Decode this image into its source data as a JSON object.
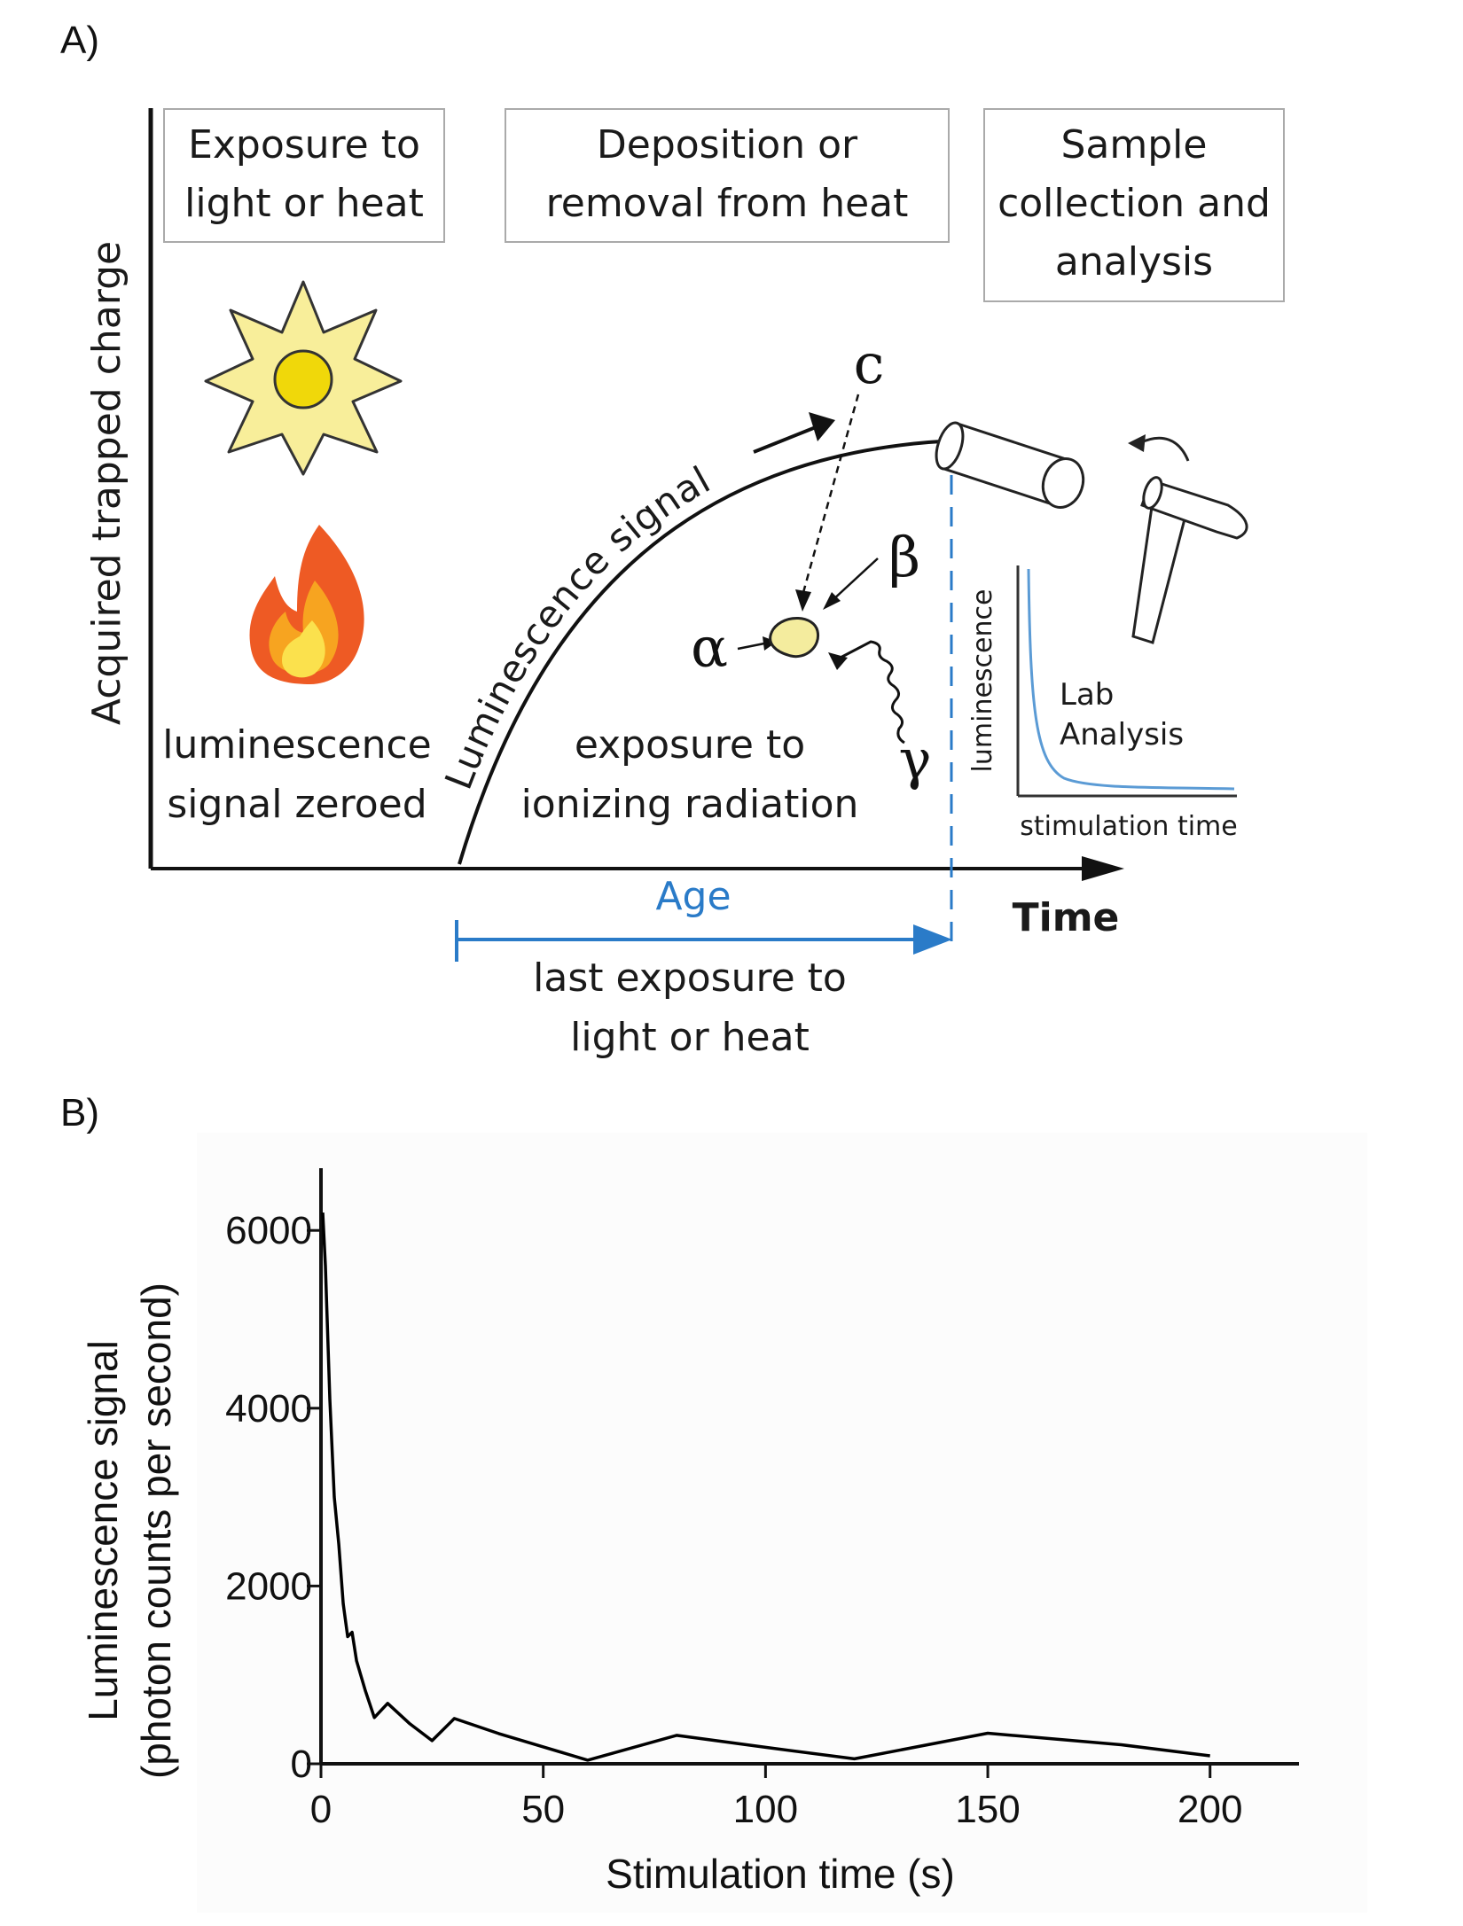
{
  "panel_a": {
    "label": "A)",
    "y_axis_title": "Acquired trapped charge",
    "x_axis_title": "Time",
    "boxes": [
      {
        "lines": [
          "Exposure to",
          "light or heat"
        ]
      },
      {
        "lines": [
          "Deposition or",
          "removal from heat"
        ]
      },
      {
        "lines": [
          "Sample",
          "collection and",
          "analysis"
        ]
      }
    ],
    "zeroed_lines": [
      "luminescence",
      "signal zeroed"
    ],
    "curve_label": "Luminescence signal",
    "radiation_lines": [
      "exposure to",
      "ionizing radiation"
    ],
    "particles": {
      "c": "c",
      "alpha": "α",
      "beta": "β",
      "gamma": "γ"
    },
    "age_label": "Age",
    "age_caption_lines": [
      "last exposure to",
      "light or heat"
    ],
    "inset": {
      "y_label": "luminescence",
      "x_label": "stimulation time",
      "text_lines": [
        "Lab",
        "Analysis"
      ]
    },
    "icons": [
      "sun-icon",
      "fire-icon",
      "core-tube-icon",
      "hammer-icon"
    ],
    "colors": {
      "blue": "#2a7bc8",
      "sun": "#f5e66a",
      "fire_outer": "#ee5a24",
      "fire_inner": "#f9d548"
    }
  },
  "panel_b": {
    "label": "B)",
    "chart_data": {
      "type": "line",
      "xlabel": "Stimulation time (s)",
      "ylabel_lines": [
        "Luminescence signal",
        "(photon counts per second)"
      ],
      "xlim": [
        0,
        220
      ],
      "ylim": [
        0,
        6700
      ],
      "x_ticks": [
        0,
        50,
        100,
        150,
        200
      ],
      "y_ticks": [
        0,
        2000,
        4000,
        6000
      ],
      "grid": false,
      "series": [
        {
          "color": "#000000",
          "x": [
            0.4,
            1,
            2,
            3,
            4,
            5,
            6,
            7,
            8,
            10,
            12,
            15,
            20,
            25,
            30,
            40,
            50,
            60,
            80,
            100,
            120,
            150,
            180,
            200
          ],
          "values": [
            6200,
            5600,
            4100,
            3000,
            2350,
            1800,
            1550,
            1300,
            1100,
            880,
            700,
            560,
            450,
            380,
            330,
            280,
            250,
            220,
            200,
            185,
            175,
            165,
            155,
            150
          ]
        }
      ]
    }
  }
}
